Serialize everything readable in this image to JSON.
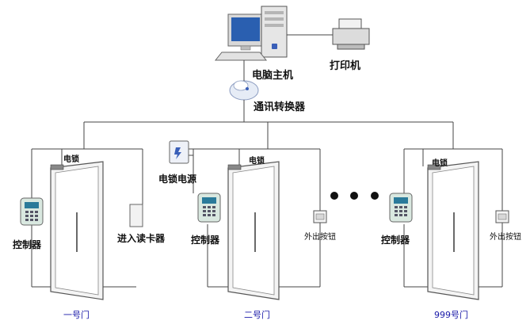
{
  "labels": {
    "host": "电脑主机",
    "printer": "打印机",
    "converter": "通讯转换器",
    "lock_1": "电锁",
    "lock_2": "电锁",
    "lock_3": "电锁",
    "lock_power": "电锁电源",
    "controller_1": "控制器",
    "controller_2": "控制器",
    "controller_3": "控制器",
    "reader": "进入读卡器",
    "exit_button_2": "外出按钮",
    "exit_button_3": "外出按钮",
    "door_1": "一号门",
    "door_2": "二号门",
    "door_3": "999号门"
  },
  "colors": {
    "line": "#444444",
    "door_label": "#1a1aa8",
    "controller_body": "#d9e8e0",
    "controller_screen": "#2a7a9a"
  }
}
